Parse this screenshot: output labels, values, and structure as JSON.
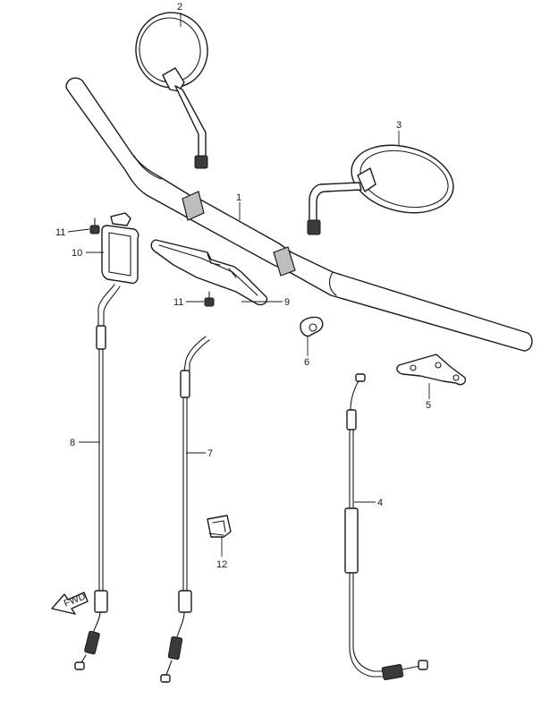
{
  "callouts": {
    "c1": "1",
    "c2": "2",
    "c3": "3",
    "c4": "4",
    "c5": "5",
    "c6": "6",
    "c7": "7",
    "c8": "8",
    "c9": "9",
    "c10": "10",
    "c11a": "11",
    "c11b": "11",
    "c12": "12"
  },
  "fwd_label": "FWD"
}
